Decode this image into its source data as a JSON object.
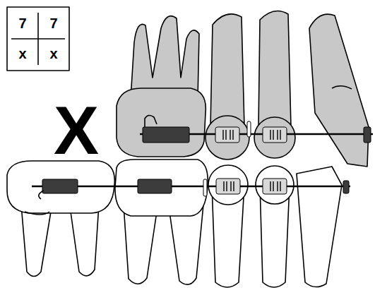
{
  "diagram": {
    "labels": [
      "7",
      "7",
      "x",
      "x",
      "X"
    ]
  }
}
